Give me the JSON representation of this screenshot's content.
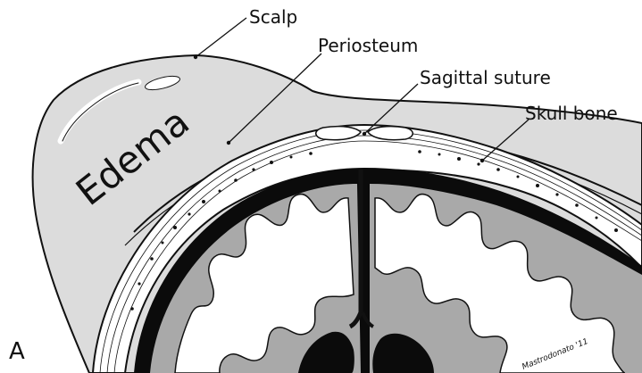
{
  "figure": {
    "panel_letter": "A",
    "edema_text": "Edema",
    "signature": "Mastrodonato '11",
    "labels": {
      "scalp": "Scalp",
      "periosteum": "Periosteum",
      "sagittal_suture": "Sagittal suture",
      "skull_bone": "Skull bone"
    }
  },
  "colors": {
    "edema_fill": "#dcdcdc",
    "white_matter": "#ffffff",
    "gray_matter": "#a9a9a9",
    "csf_black": "#0b0b0b",
    "outline": "#111111"
  }
}
